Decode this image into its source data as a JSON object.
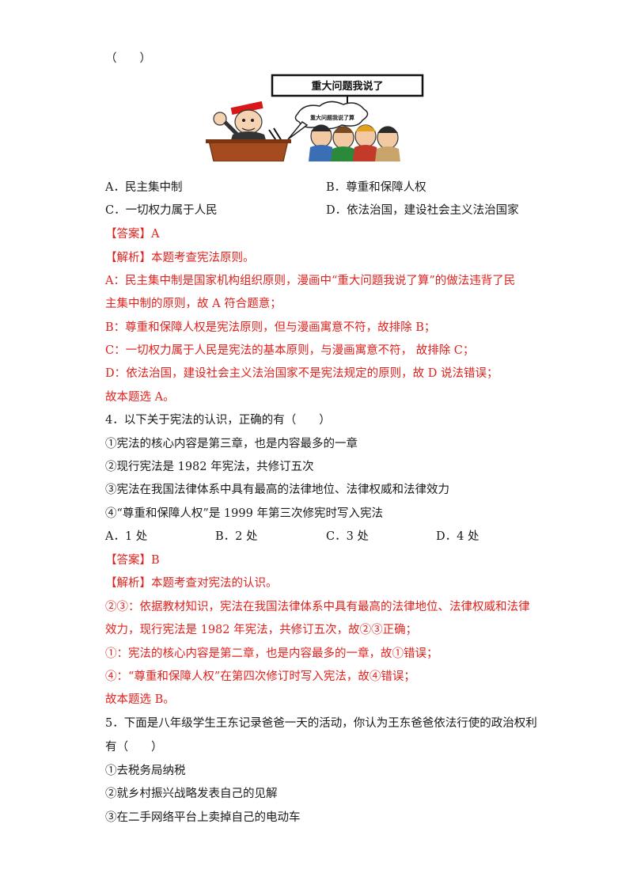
{
  "q3": {
    "paren": "（　　）",
    "cartoon": {
      "sign": "重大问题我说了",
      "speech": "重大问题我说了算"
    },
    "options": {
      "a": "A．民主集中制",
      "b": "B．尊重和保障人权",
      "c": "C．一切权力属于人民",
      "d": "D．依法治国，建设社会主义法治国家"
    },
    "answer": {
      "label": "【答案】",
      "value": "A"
    },
    "analysis": {
      "label": "【解析】",
      "intro": "本题考查宪法原则。",
      "a_line1": "A：民主集中制是国家机构组织原则，漫画中“重大问题我说了算”的做法违背了民",
      "a_line2": "主集中制的原则，故 A 符合题意；",
      "b_line": "B：尊重和保障人权是宪法原则，但与漫画寓意不符，故排除 B；",
      "c_line": "C：一切权力属于人民是宪法的基本原则，与漫画寓意不符，  故排除 C；",
      "d_line": "D：依法治国，建设社会主义法治国家不是宪法规定的原则，故 D 说法错误；",
      "conclusion": "故本题选 A。"
    }
  },
  "q4": {
    "stem": "4．以下关于宪法的认识，正确的有（　　）",
    "items": [
      "①宪法的核心内容是第三章，也是内容最多的一章",
      "②现行宪法是 1982 年宪法，共修订五次",
      "③宪法在我国法律体系中具有最高的法律地位、法律权威和法律效力",
      "④“尊重和保障人权”是 1999 年第三次修宪时写入宪法"
    ],
    "options": {
      "a": "A．1 处",
      "b": "B．2 处",
      "c": "C．3 处",
      "d": "D．4 处"
    },
    "answer": {
      "label": "【答案】",
      "value": "B"
    },
    "analysis": {
      "label": "【解析】",
      "intro": "本题考查对宪法的认识。",
      "line1": "②③：依据教材知识，宪法在我国法律体系中具有最高的法律地位、法律权威和法律",
      "line2": "效力，现行宪法是 1982 年宪法，共修订五次，故②③正确；",
      "line3": "①：宪法的核心内容是第二章，也是内容最多的一章，故①错误；",
      "line4": "④：“尊重和保障人权”在第四次修订时写入宪法，故④错误；",
      "conclusion": "故本题选 B。"
    }
  },
  "q5": {
    "stem_line1": "5．下面是八年级学生王东记录爸爸一天的活动，你认为王东爸爸依法行使的政治权利",
    "stem_line2": "有（　　）",
    "items": [
      "①去税务局纳税",
      "②就乡村振兴战略发表自己的见解",
      "③在二手网络平台上卖掉自己的电动车"
    ]
  },
  "colors": {
    "answer_red": "#e0211d",
    "text": "#1a1a1a"
  }
}
